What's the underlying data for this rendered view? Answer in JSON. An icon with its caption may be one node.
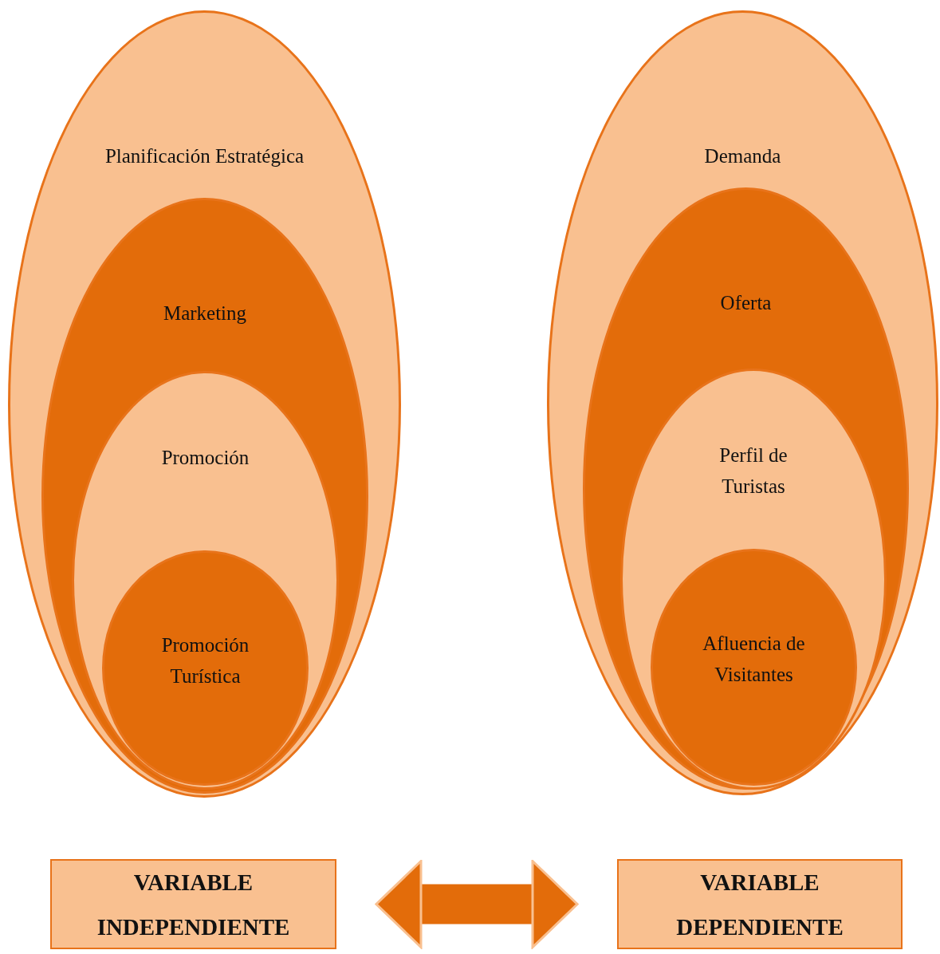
{
  "diagram": {
    "nodes": [
      {
        "text": [
          "Planificación Estratégica"
        ]
      },
      {
        "text": [
          "Marketing"
        ],
        "in": 0
      },
      {
        "text": [
          "Promoción"
        ],
        "in": 1
      },
      {
        "text": [
          "Promoción Turística"
        ],
        "in": 2
      },
      {
        "text": [
          "Demanda"
        ]
      },
      {
        "text": [
          "Oferta"
        ],
        "in": 4
      },
      {
        "text": [
          "Perfil de Turistas"
        ],
        "in": 5
      },
      {
        "text": [
          "Afluencia de Visitantes"
        ],
        "in": 6
      },
      {
        "text": [
          "VARIABLE INDEPENDIENTE"
        ]
      },
      {
        "text": [
          "VARIABLE DEPENDIENTE"
        ]
      }
    ],
    "edges": [
      {
        "from": 8,
        "to": 9,
        "arrow": "both"
      }
    ]
  }
}
